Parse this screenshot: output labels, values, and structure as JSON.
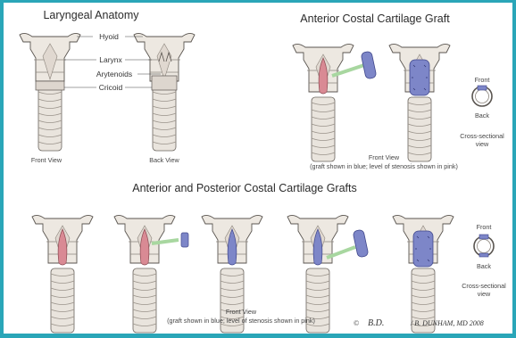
{
  "titles": {
    "laryngeal_anatomy": "Laryngeal Anatomy",
    "anterior_graft": "Anterior Costal Cartilage Graft",
    "anterior_posterior_grafts": "Anterior and Posterior Costal Cartilage Grafts"
  },
  "anatomy_labels": {
    "hyoid": "Hyoid",
    "larynx": "Larynx",
    "arytenoids": "Arytenoids",
    "cricoid": "Cricoid"
  },
  "view_labels": {
    "front_view": "Front View",
    "back_view": "Back View",
    "front": "Front",
    "back": "Back",
    "cross_sectional_1": "Cross-sectional",
    "cross_sectional_2": "view"
  },
  "captions": {
    "front_view": "Front View",
    "graft_note": "(graft shown in blue; level of stenosis shown in pink)"
  },
  "signature": {
    "copyright": "©",
    "scribble": "B.D.",
    "author": "/ B. DUNHAM, MD 2008"
  },
  "colors": {
    "frame": "#2aa6b8",
    "cartilage": "#e9e4dd",
    "outline": "#5a5550",
    "stenosis_pink": "#d98a94",
    "graft_blue": "#7d86c8",
    "arrow_green": "#a8d7a0"
  }
}
